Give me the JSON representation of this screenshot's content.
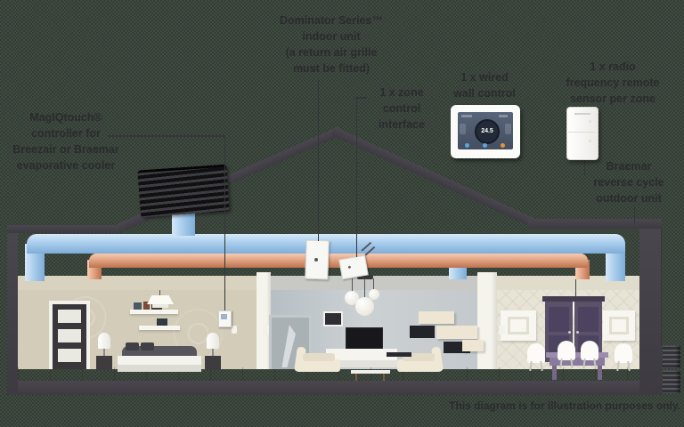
{
  "labels": {
    "indoor_unit": [
      "Dominator Series™",
      "indoor unit",
      "(a return air grille",
      "must be fitted)"
    ],
    "zone_interface": [
      "1 x zone",
      "control",
      "interface"
    ],
    "wall_control": [
      "1 x wired",
      "wall control"
    ],
    "rf_sensor": [
      "1 x radio",
      "frequency remote",
      "sensor per zone"
    ],
    "magiqtouch": [
      "MagIQtouch®",
      "controller for",
      "Breezair or Braemar",
      "evaporative cooler"
    ],
    "outdoor_unit": [
      "Braemar",
      "reverse cycle",
      "outdoor unit"
    ]
  },
  "devices": {
    "wall_control_temp": "24.5"
  },
  "footnote": "This diagram is for illustration purposes only.",
  "colors": {
    "supply_duct_blue": "#a9cdec",
    "branch_duct_copper": "#df9f7d",
    "structure_dark": "#3f3c42",
    "background": "#3a453b",
    "label_text": "#2b2b2e"
  }
}
